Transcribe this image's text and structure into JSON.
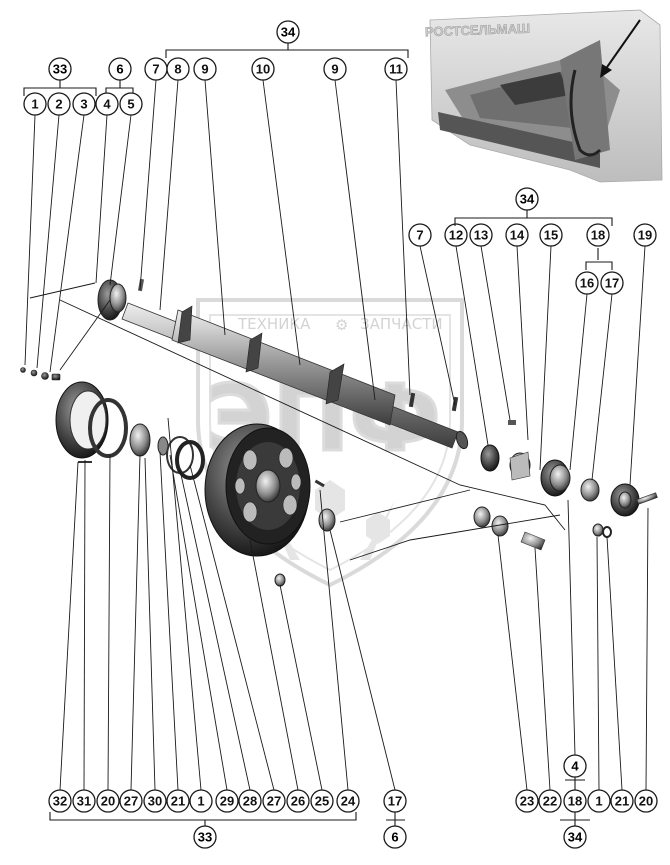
{
  "watermark": {
    "left_text": "ТЕХНИКА",
    "right_text": "ЗАПЧАСТИ",
    "big_text": "ЭПФ"
  },
  "inset": {
    "brand_text": "РОСТСЕЛЬМАШ"
  },
  "callouts": {
    "top_group": "34",
    "left_group": "33",
    "group6_top": "6",
    "c1": "1",
    "c2": "2",
    "c3": "3",
    "c4": "4",
    "c5": "5",
    "c7": "7",
    "c8": "8",
    "c9a": "9",
    "c10": "10",
    "c9b": "9",
    "c11": "11",
    "right_group": "34",
    "r7": "7",
    "r12": "12",
    "r13": "13",
    "r14": "14",
    "r15": "15",
    "r18": "18",
    "r19": "19",
    "r16": "16",
    "r17": "17",
    "b32": "32",
    "b31": "31",
    "b20": "20",
    "b27a": "27",
    "b30": "30",
    "b21": "21",
    "b1": "1",
    "b29": "29",
    "b28": "28",
    "b27b": "27",
    "b26": "26",
    "b25": "25",
    "b24": "24",
    "b33": "33",
    "b17": "17",
    "b6": "6",
    "b23": "23",
    "b22": "22",
    "b18": "18",
    "b1r": "1",
    "b21r": "21",
    "b20r": "20",
    "b4": "4",
    "b34": "34"
  }
}
